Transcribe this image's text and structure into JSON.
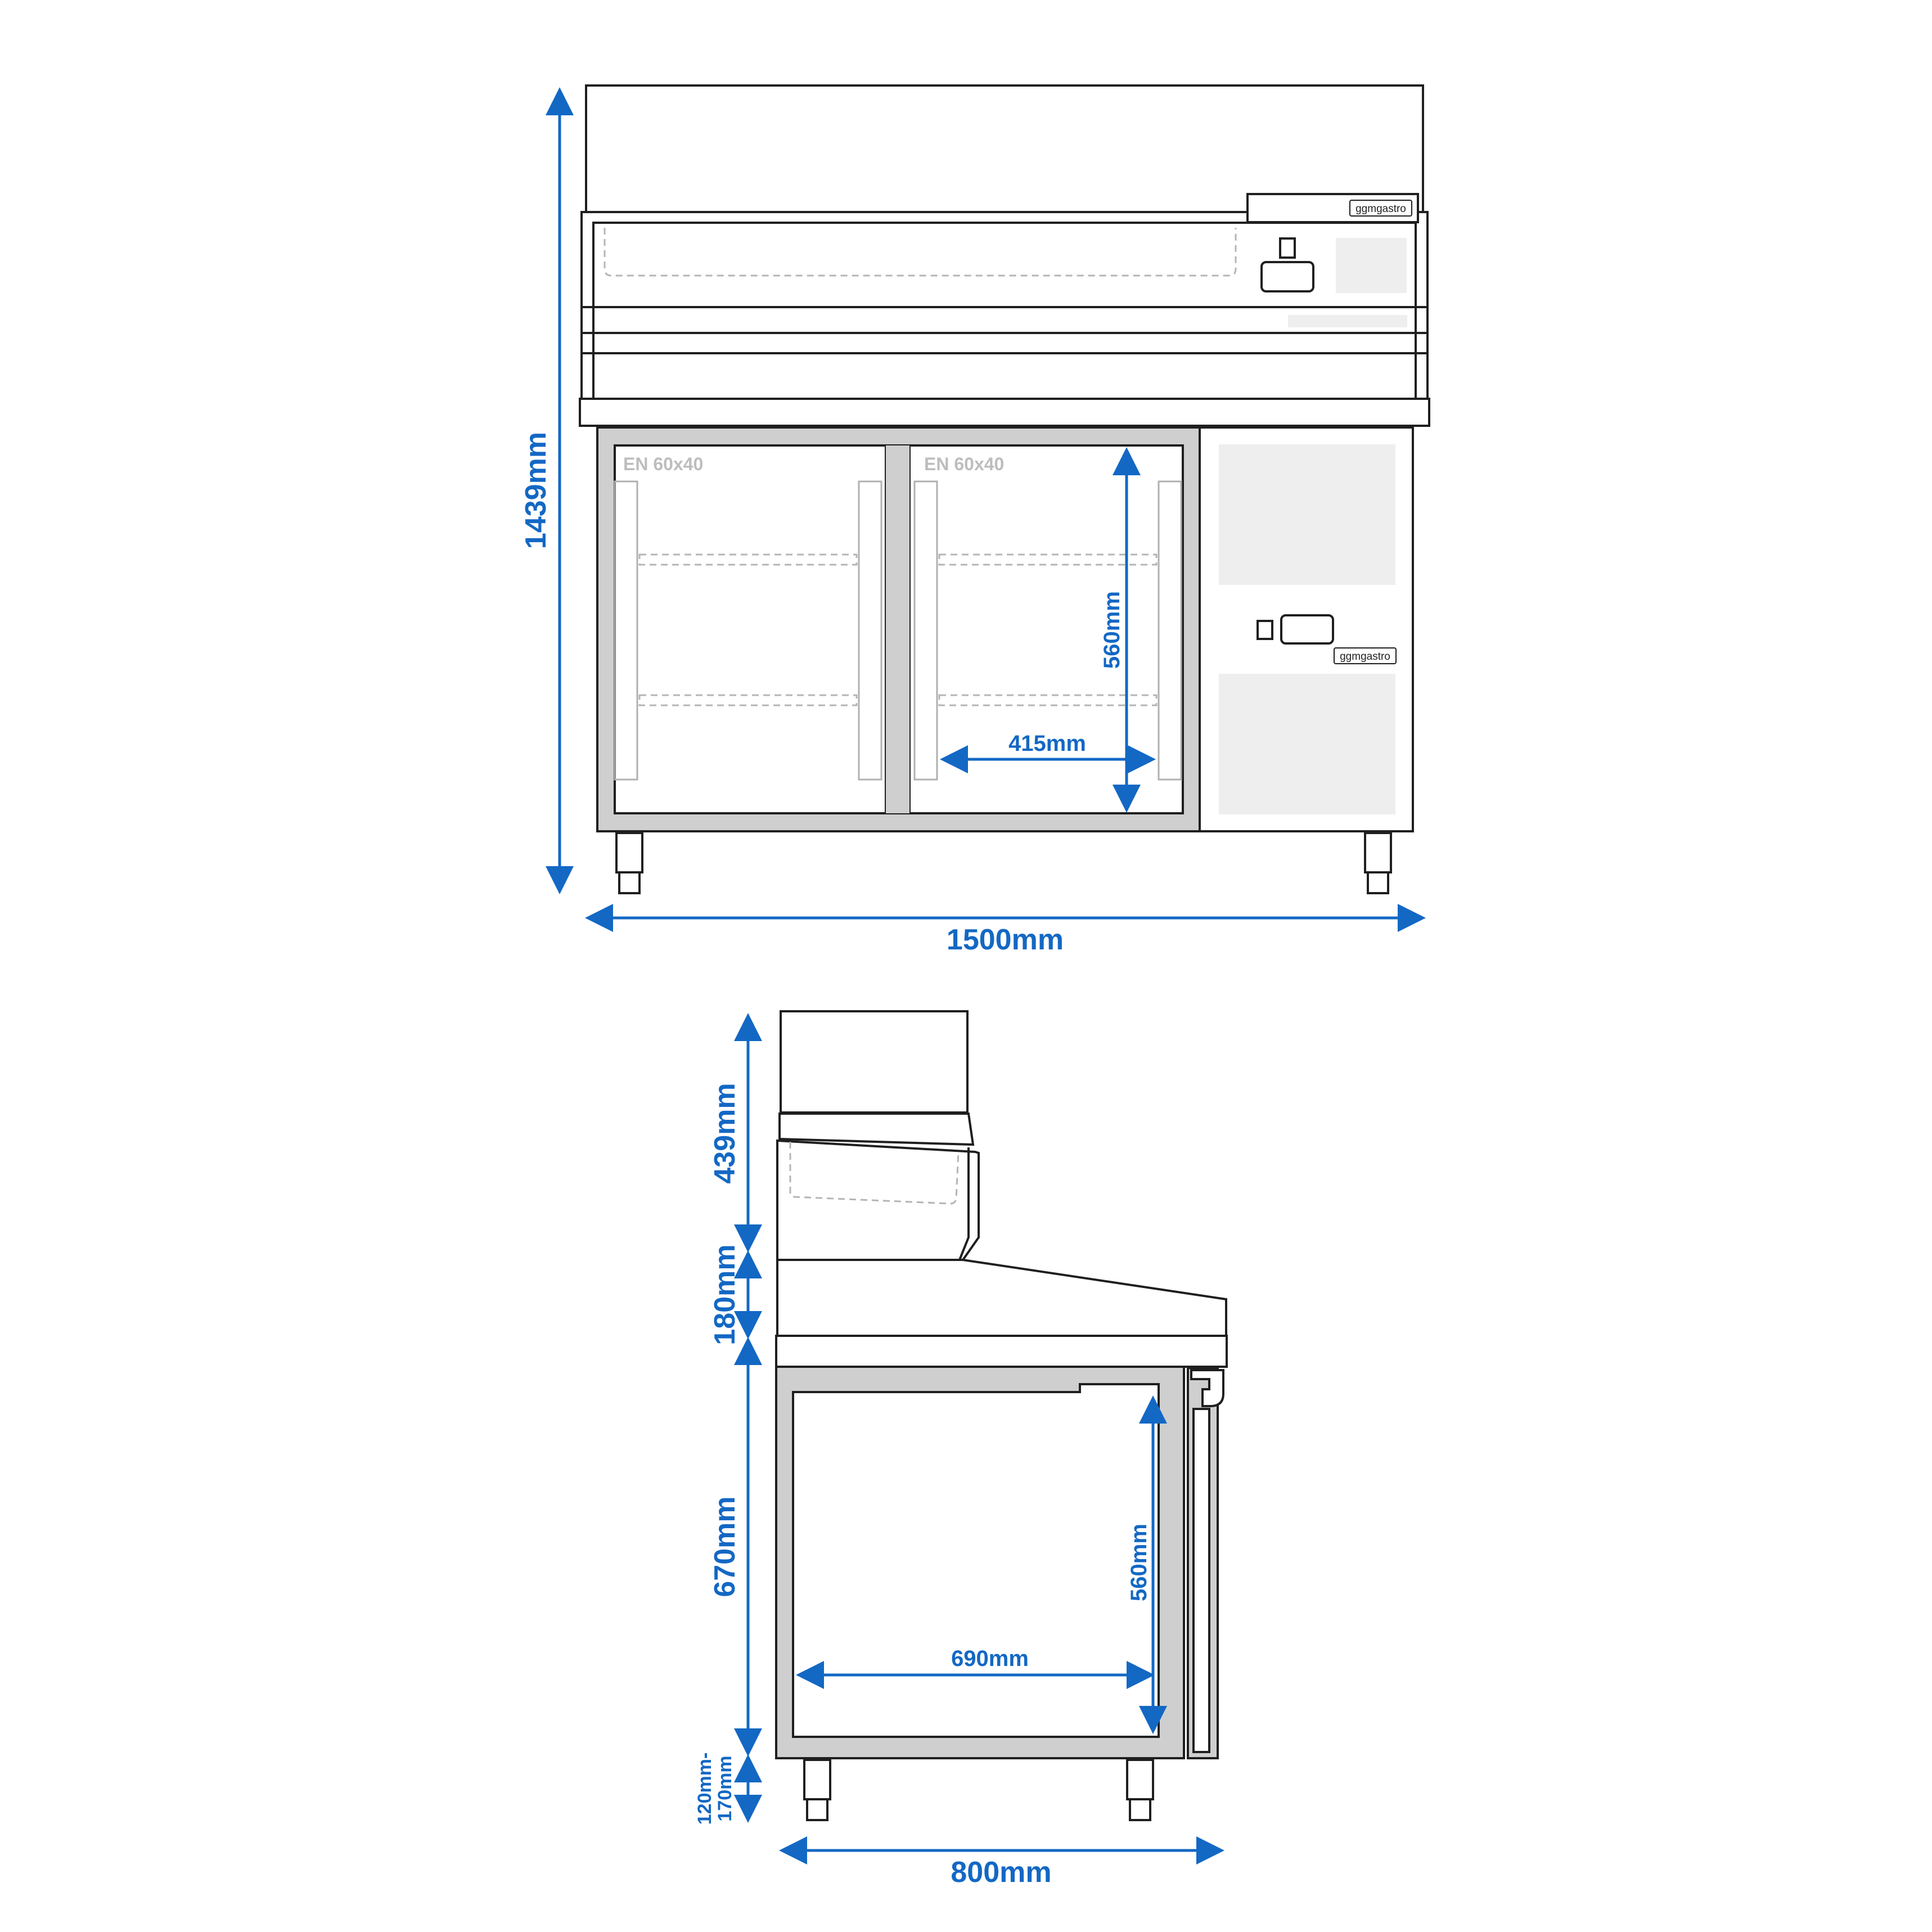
{
  "front_view": {
    "overall_height": "1439mm",
    "overall_width": "1500mm",
    "interior_height": "560mm",
    "interior_width": "415mm",
    "tray_label_left": "EN 60x40",
    "tray_label_right": "EN 60x40",
    "brand_top": "ggmgastro",
    "brand_bottom": "ggmgastro"
  },
  "side_view": {
    "glass_height": "439mm",
    "topping_height": "180mm",
    "cabinet_height": "670mm",
    "leg_height_line1": "120mm-",
    "leg_height_line2": "170mm",
    "interior_height": "560mm",
    "interior_depth": "690mm",
    "overall_depth": "800mm"
  },
  "colors": {
    "dimension": "#1368c4",
    "outline": "#1f1f1f",
    "frame_gray": "#cfcfcf",
    "panel_gray": "#eeeeee"
  }
}
